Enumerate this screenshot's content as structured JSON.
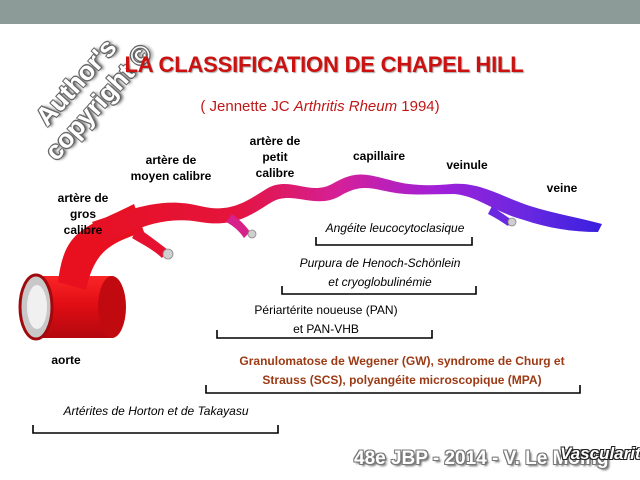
{
  "watermark": {
    "line1": "Author's",
    "line2": "copyright ©"
  },
  "title": "LA CLASSIFICATION DE CHAPEL HILL",
  "subtitle": {
    "prefix": "( Jennette JC ",
    "journal": "Arthritis Rheum",
    "suffix": " 1994)"
  },
  "vessels": {
    "aorte": "aorte",
    "gros": [
      "artère de",
      "gros",
      "calibre"
    ],
    "moyen": [
      "artère de",
      "moyen calibre"
    ],
    "petit": [
      "artère de",
      "petit",
      "calibre"
    ],
    "capillaire": "capillaire",
    "veinule": "veinule",
    "veine": "veine"
  },
  "diseases": {
    "angeite": "Angéite  leucocytoclasique",
    "purpura": [
      "Purpura de Henoch-Schönlein",
      "et cryoglobulinémie"
    ],
    "pan": [
      "Périartérite noueuse (PAN)",
      "et PAN-VHB"
    ],
    "gw": [
      "Granulomatose de Wegener (GW), syndrome de Churg et",
      "Strauss (SCS), polyangéite microscopique (MPA)"
    ],
    "horton": "Artérites de Horton et de Takayasu"
  },
  "footer": {
    "text": "48e JBP - 2014 - V. Le Moing",
    "brand": "Vascularites"
  },
  "colors": {
    "title": "#cc1111",
    "gw_text": "#9b3a14",
    "artery": "#e8101e",
    "vein": "#3a20e0",
    "topbar": "#8c9a98"
  }
}
